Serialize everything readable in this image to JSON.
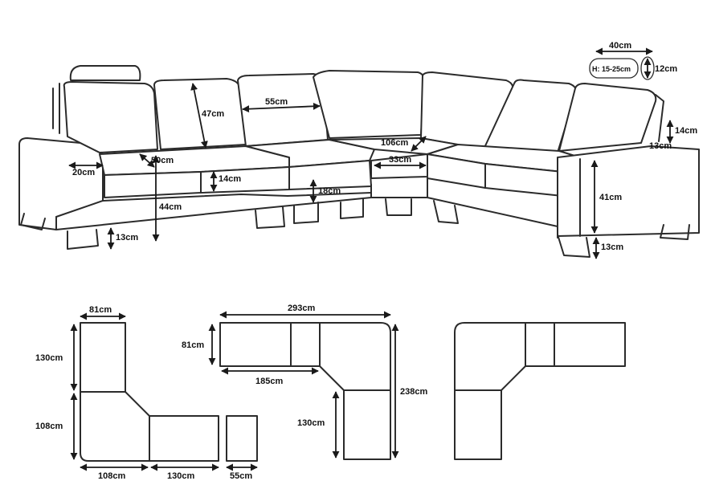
{
  "colors": {
    "line": "#2b2b2b",
    "label": "#111111",
    "background": "#ffffff"
  },
  "sofa": {
    "headrest_width": "40cm",
    "headrest_height_range": "H: 15-25cm",
    "headrest_thickness": "12cm",
    "back_height": "47cm",
    "back_cushion_width": "55cm",
    "corner_depth": "106cm",
    "corner_seat_width": "33cm",
    "seat_depth": "50cm",
    "armrest_width": "20cm",
    "seat_cushion_thickness": "14cm",
    "seat_height": "44cm",
    "seat_base_thickness": "18cm",
    "arm_height": "41cm",
    "arm_top": "14cm",
    "arm_lip": "13cm",
    "leg_height_left": "13cm",
    "leg_height_right": "13cm"
  },
  "plans": {
    "left": {
      "width_top": "81cm",
      "height_upper": "130cm",
      "height_lower": "108cm",
      "bottom_corner": "108cm",
      "bottom_section": "130cm",
      "ottoman": "55cm"
    },
    "middle": {
      "total_width": "293cm",
      "depth": "81cm",
      "left_section": "185cm",
      "total_height": "238cm",
      "vertical_section": "130cm"
    }
  }
}
